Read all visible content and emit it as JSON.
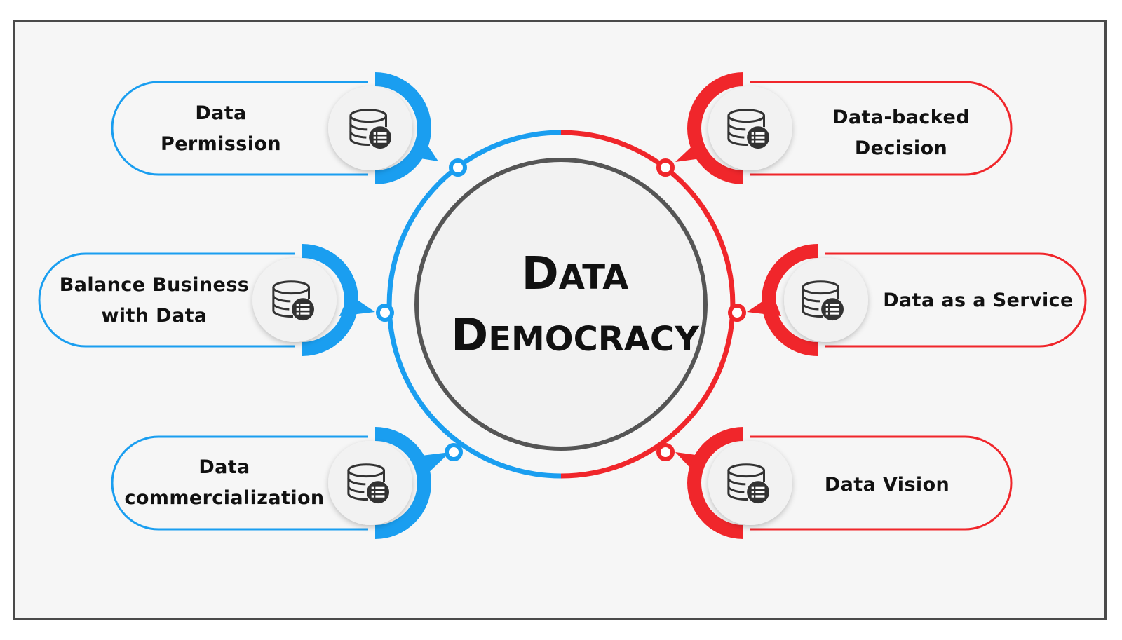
{
  "title": {
    "line1": {
      "cap": "D",
      "rest": "ATA"
    },
    "line2": {
      "cap": "D",
      "rest": "EMOCRACY"
    }
  },
  "colors": {
    "blue": "#1a9ef0",
    "red": "#f0262b",
    "ring": "#555555",
    "icon": "#333333"
  },
  "items": [
    {
      "side": "left",
      "line1": "Data",
      "line2": "Permission",
      "icon": "database-list-icon"
    },
    {
      "side": "left",
      "line1": "Balance Business",
      "line2": "with Data",
      "icon": "database-list-icon"
    },
    {
      "side": "left",
      "line1": "Data",
      "line2": "commercialization",
      "icon": "database-list-icon"
    },
    {
      "side": "right",
      "line1": "Data-backed",
      "line2": "Decision",
      "icon": "database-list-icon"
    },
    {
      "side": "right",
      "line1": "Data as a Service",
      "line2": "",
      "icon": "database-list-icon"
    },
    {
      "side": "right",
      "line1": "Data Vision",
      "line2": "",
      "icon": "database-list-icon"
    }
  ]
}
